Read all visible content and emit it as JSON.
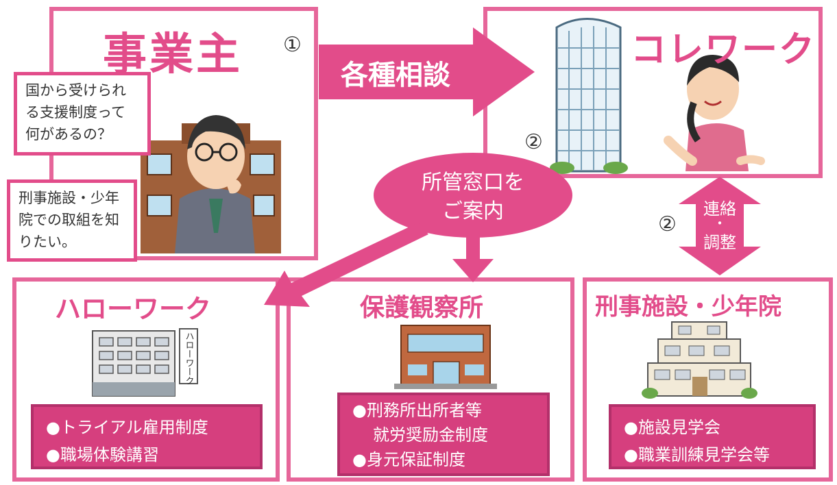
{
  "employer": {
    "title": "事業主",
    "step": "①",
    "bubble1": [
      "国から受けられ",
      "る支援制度って",
      "何があるの？"
    ],
    "bubble2": [
      "刑事施設・少年",
      "院での取組を知",
      "りたい。"
    ]
  },
  "arrow_main": {
    "label": "各種相談"
  },
  "corework": {
    "title": "コレワーク",
    "step": "②"
  },
  "guide": {
    "lines": [
      "所管窓口を",
      "ご案内"
    ]
  },
  "link": {
    "step": "②",
    "label_top": "連絡",
    "label_dot": "・",
    "label_bottom": "調整"
  },
  "hellowork": {
    "title": "ハローワーク",
    "sign": "ハローワーク",
    "items": [
      "●トライアル雇用制度",
      "●職場体験講習"
    ]
  },
  "probation": {
    "title": "保護観察所",
    "items": [
      "●刑務所出所者等",
      "就労奨励金制度",
      "●身元保証制度"
    ]
  },
  "facility": {
    "title": "刑事施設・少年院",
    "items": [
      "●施設見学会",
      "●職業訓練見学会等"
    ]
  },
  "colors": {
    "pink": "#e24c8a",
    "frame": "#e6669a",
    "dark_pink": "#d63f7e"
  }
}
